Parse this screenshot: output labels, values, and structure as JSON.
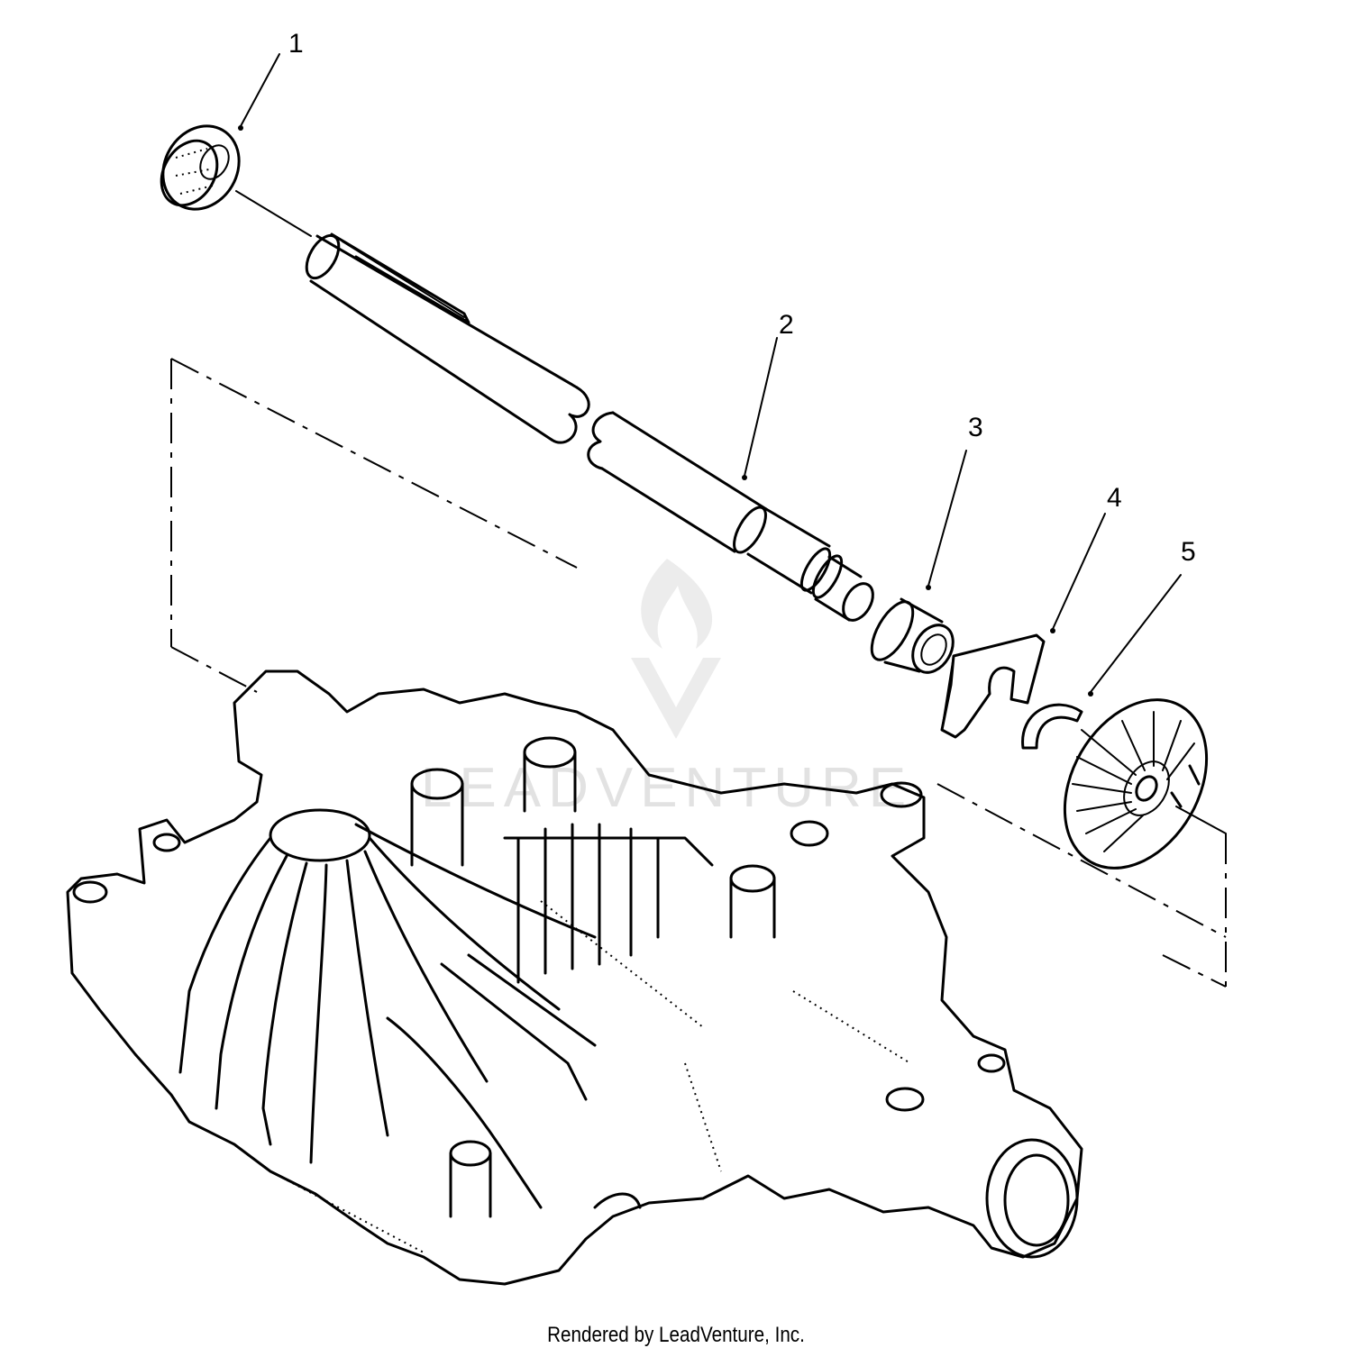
{
  "callouts": [
    {
      "label": "1",
      "part": "seal"
    },
    {
      "label": "2",
      "part": "axle-shaft"
    },
    {
      "label": "3",
      "part": "bushing"
    },
    {
      "label": "4",
      "part": "shift-fork"
    },
    {
      "label": "5",
      "part": "bevel-gear"
    }
  ],
  "watermark": {
    "text": "LEADVENTURE"
  },
  "footer": {
    "text": "Rendered by LeadVenture, Inc."
  }
}
